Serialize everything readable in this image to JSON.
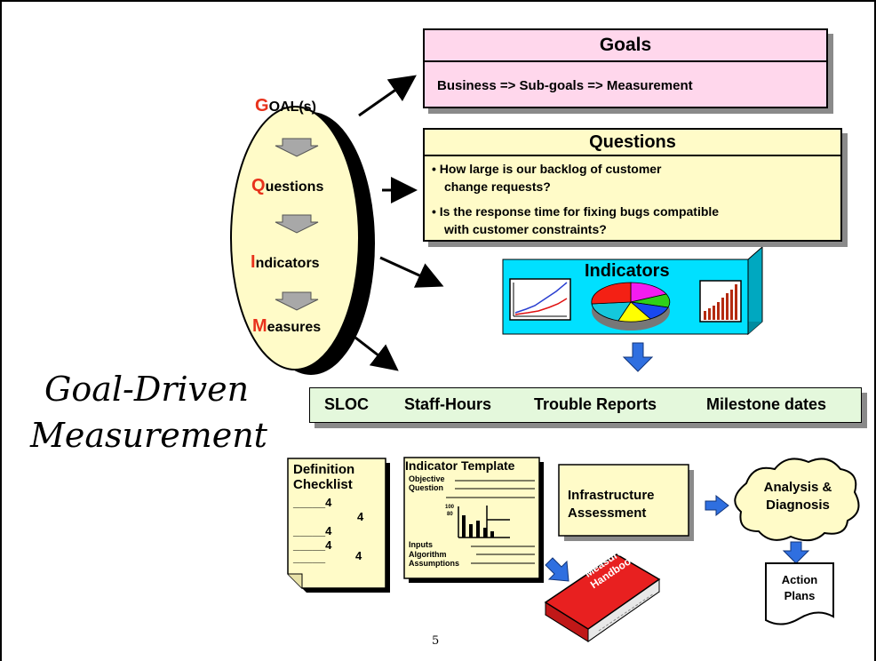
{
  "goal_stack": {
    "items": [
      {
        "first": "G",
        "rest": "OAL(s)"
      },
      {
        "first": "Q",
        "rest": "uestions"
      },
      {
        "first": "I",
        "rest": "ndicators"
      },
      {
        "first": "M",
        "rest": "easures"
      }
    ]
  },
  "title": {
    "line1": "Goal-Driven",
    "line2": "Measurement"
  },
  "goals": {
    "heading": "Goals",
    "text": "Business => Sub-goals => Measurement"
  },
  "questions": {
    "heading": "Questions",
    "q1_line1": "• How large is our backlog of customer",
    "q1_line2": "change requests?",
    "q2_line1": "•  Is the response time for fixing bugs compatible",
    "q2_line2": "with customer constraints?"
  },
  "indicators": {
    "heading": "Indicators"
  },
  "measures": [
    "SLOC",
    "Staff-Hours",
    "Trouble Reports",
    "Milestone dates"
  ],
  "definition_checklist": {
    "title_line1": "Definition",
    "title_line2": "Checklist",
    "marks": [
      "_____4",
      "4",
      "_____4",
      "_____4",
      "_____",
      "4"
    ]
  },
  "indicator_template": {
    "title": "Indicator Template",
    "objective": "Objective",
    "question": "Question",
    "axis_top": "100",
    "axis_mid": "80",
    "inputs": "Inputs",
    "algorithm": "Algorithm",
    "assumptions": "Assumptions"
  },
  "handbook": {
    "line1": "Measures",
    "line2": "Handbook"
  },
  "infrastructure": {
    "line1": "Infrastructure",
    "line2": "Assessment"
  },
  "analysis": {
    "line1": "Analysis &",
    "line2": "Diagnosis"
  },
  "action_plans": {
    "line1": "Action",
    "line2": "Plans"
  },
  "page_number": "5",
  "colors": {
    "ellipse_fill": "#fffbc8",
    "goals_fill": "#ffd7ec",
    "questions_fill": "#fffbc8",
    "measures_fill": "#e4f8dc",
    "indicators_fill": "#00e0ff",
    "arrow_blue": "#2f6fe0",
    "letter_red": "#e8321c"
  }
}
